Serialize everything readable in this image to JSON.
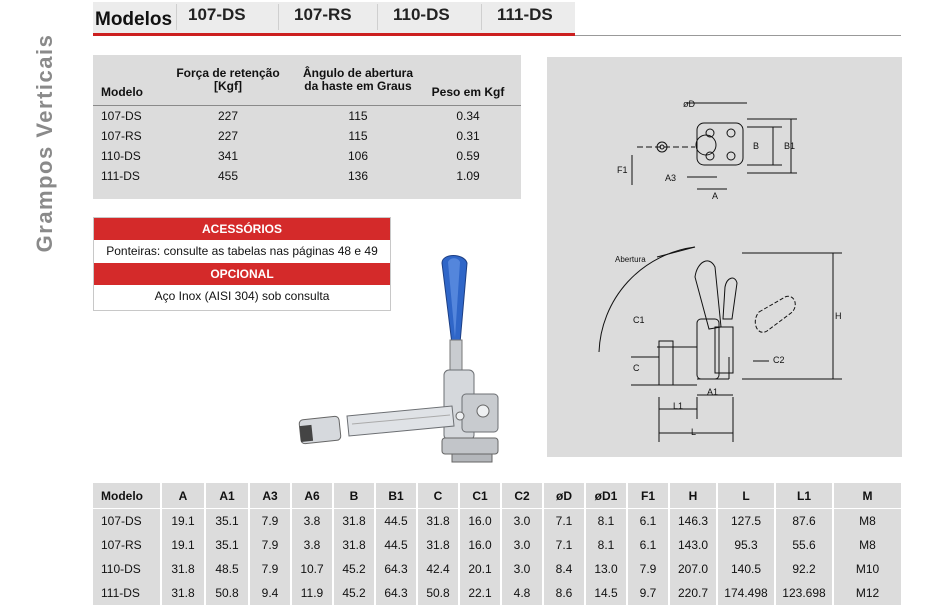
{
  "sidebar": {
    "title": "Grampos Verticais"
  },
  "tabs": {
    "heading": "Modelos",
    "items": [
      "107-DS",
      "107-RS",
      "110-DS",
      "111-DS"
    ]
  },
  "specs": {
    "headers": {
      "model": "Modelo",
      "force": "Força de retenção\n[Kgf]",
      "angle": "Ângulo de abertura\nda haste em Graus",
      "weight": "Peso em Kgf"
    },
    "models": [
      "107-DS",
      "107-RS",
      "110-DS",
      "111-DS"
    ],
    "force": [
      "227",
      "227",
      "341",
      "455"
    ],
    "angle": [
      "115",
      "115",
      "106",
      "136"
    ],
    "weight": [
      "0.34",
      "0.31",
      "0.59",
      "1.09"
    ]
  },
  "accessories": {
    "title": "ACESSÓRIOS",
    "text": "Ponteiras: consulte as tabelas nas páginas 48 e 49",
    "optional_title": "OPCIONAL",
    "optional_text": "Aço Inox (AISI 304) sob consulta"
  },
  "drawing": {
    "labels": {
      "d": "øD",
      "b": "B",
      "b1": "B1",
      "f1": "F1",
      "a3": "A3",
      "a": "A",
      "abertura": "Abertura",
      "h": "H",
      "c1": "C1",
      "c": "C",
      "c2": "C2",
      "a1": "A1",
      "l1": "L1",
      "l": "L"
    }
  },
  "dimensions": {
    "headers": [
      "Modelo",
      "A",
      "A1",
      "A3",
      "A6",
      "B",
      "B1",
      "C",
      "C1",
      "C2",
      "øD",
      "øD1",
      "F1",
      "H",
      "L",
      "L1",
      "M"
    ],
    "rows": [
      [
        "107-DS",
        "19.1",
        "35.1",
        "7.9",
        "3.8",
        "31.8",
        "44.5",
        "31.8",
        "16.0",
        "3.0",
        "7.1",
        "8.1",
        "6.1",
        "146.3",
        "127.5",
        "87.6",
        "M8"
      ],
      [
        "107-RS",
        "19.1",
        "35.1",
        "7.9",
        "3.8",
        "31.8",
        "44.5",
        "31.8",
        "16.0",
        "3.0",
        "7.1",
        "8.1",
        "6.1",
        "143.0",
        "95.3",
        "55.6",
        "M8"
      ],
      [
        "110-DS",
        "31.8",
        "48.5",
        "7.9",
        "10.7",
        "45.2",
        "64.3",
        "42.4",
        "20.1",
        "3.0",
        "8.4",
        "13.0",
        "7.9",
        "207.0",
        "140.5",
        "92.2",
        "M10"
      ],
      [
        "111-DS",
        "31.8",
        "50.8",
        "9.4",
        "11.9",
        "45.2",
        "64.3",
        "50.8",
        "22.1",
        "4.8",
        "8.6",
        "14.5",
        "9.7",
        "220.7",
        "174.498",
        "123.698",
        "M12"
      ]
    ]
  },
  "colors": {
    "accent_red": "#d42a2a",
    "panel_gray": "#dcdcdc",
    "handle_blue": "#2f66c8"
  }
}
